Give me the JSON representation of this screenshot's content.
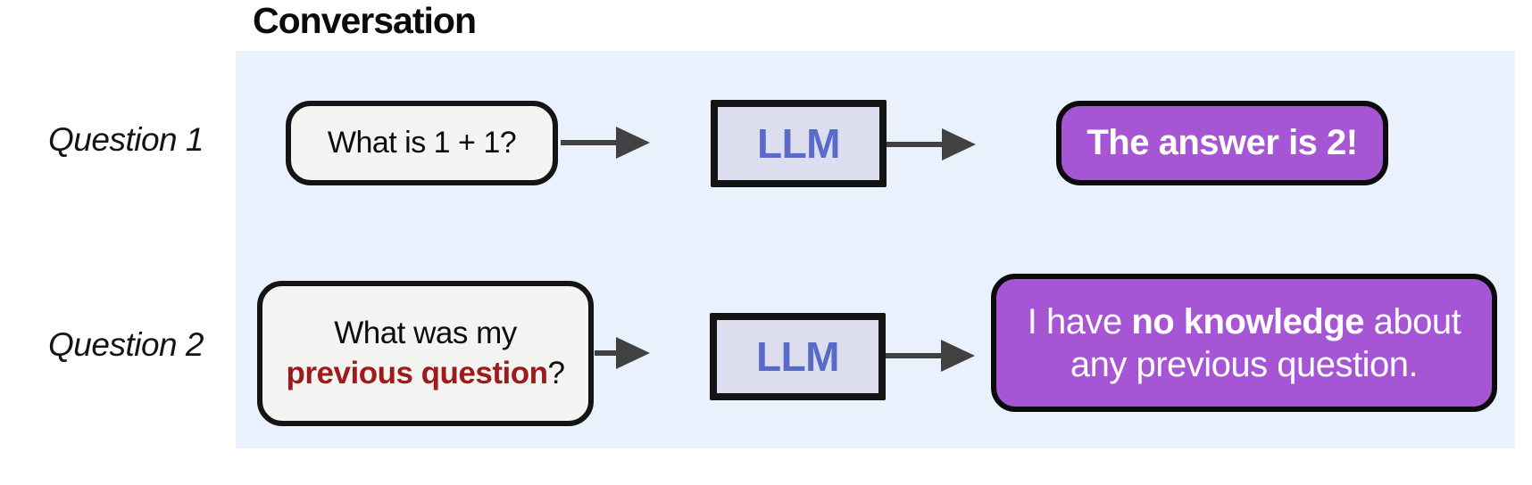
{
  "title": "Conversation",
  "colors": {
    "panel": "#e9f1fc",
    "question-fill": "#f4f4f2",
    "box-border": "#141414",
    "llm-fill": "#dcddee",
    "llm-text": "#5a6ac9",
    "answer-fill": "#a656d4",
    "answer-text": "#ffffff",
    "highlight-red": "#9e1b1b",
    "arrow": "#414141",
    "text": "#111111"
  },
  "rows": [
    {
      "label": "Question 1",
      "question": {
        "line1": "What is 1 + 1?"
      },
      "llm": "LLM",
      "answer": {
        "bold_full": "The answer is 2!"
      }
    },
    {
      "label": "Question 2",
      "question": {
        "line1": "What was my",
        "line2_bold_red": "previous question",
        "line2_suffix": "?"
      },
      "llm": "LLM",
      "answer": {
        "line1_pre": "I have ",
        "line1_bold": "no knowledge",
        "line1_post": " about",
        "line2": "any previous question."
      }
    }
  ]
}
